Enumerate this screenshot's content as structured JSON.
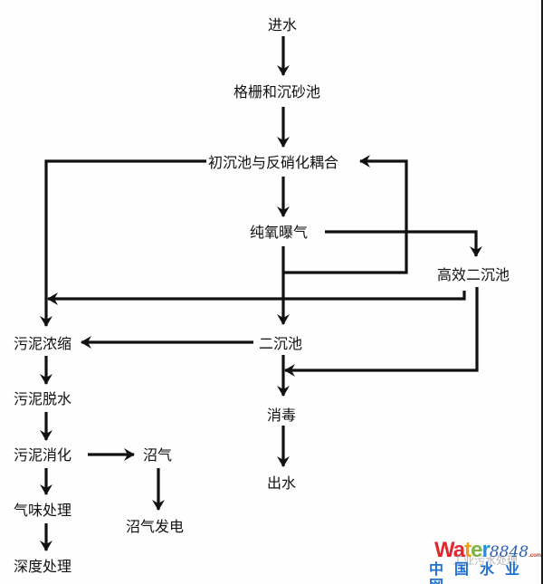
{
  "nodes": {
    "inflow": "进水",
    "screen_grit": "格栅和沉砂池",
    "primary_denit": "初沉池与反硝化耦合",
    "pure_oxygen": "纯氧曝气",
    "hi_eff_secondary": "高效二沉池",
    "secondary": "二沉池",
    "disinfection": "消毒",
    "outflow": "出水",
    "sludge_thicken": "污泥浓缩",
    "sludge_dewater": "污泥脱水",
    "sludge_digest": "污泥消化",
    "odor": "气味处理",
    "advanced": "深度处理",
    "biogas": "沼气",
    "biogas_power": "沼气发电"
  },
  "edges": [
    [
      "inflow",
      "screen_grit"
    ],
    [
      "screen_grit",
      "primary_denit"
    ],
    [
      "primary_denit",
      "pure_oxygen"
    ],
    [
      "pure_oxygen",
      "secondary"
    ],
    [
      "pure_oxygen",
      "primary_denit"
    ],
    [
      "pure_oxygen",
      "hi_eff_secondary"
    ],
    [
      "hi_eff_secondary",
      "sludge_thicken"
    ],
    [
      "hi_eff_secondary",
      "disinfection"
    ],
    [
      "primary_denit",
      "sludge_thicken"
    ],
    [
      "secondary",
      "sludge_thicken"
    ],
    [
      "secondary",
      "disinfection"
    ],
    [
      "disinfection",
      "outflow"
    ],
    [
      "sludge_thicken",
      "sludge_dewater"
    ],
    [
      "sludge_dewater",
      "sludge_digest"
    ],
    [
      "sludge_digest",
      "biogas"
    ],
    [
      "biogas",
      "biogas_power"
    ],
    [
      "sludge_digest",
      "odor"
    ],
    [
      "odor",
      "advanced"
    ]
  ],
  "watermark": {
    "brand_water": "Water",
    "brand_number": "8848",
    "brand_com": ".com",
    "brand_cn": "中国水业网",
    "overlay_text": "工业污水处理",
    "colors": {
      "W": "#e0282e",
      "a": "#e0282e",
      "t": "#f39c12",
      "e": "#7cb342",
      "r": "#2a8fd6"
    }
  }
}
